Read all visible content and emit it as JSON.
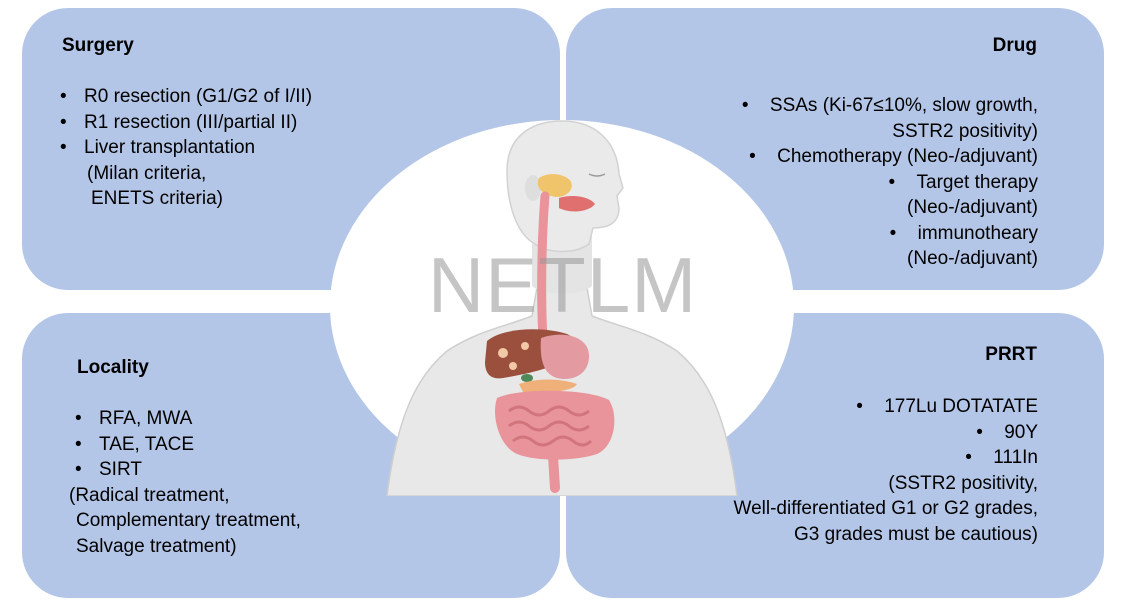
{
  "surgery": {
    "title": "Surgery",
    "lines": [
      "R0 resection (G1/G2 of I/II)",
      "R1 resection (III/partial II)",
      "Liver transplantation",
      "(Milan criteria,",
      "ENETS criteria)"
    ]
  },
  "drug": {
    "title": "Drug",
    "lines": [
      "SSAs (Ki-67≤10%, slow growth,",
      "SSTR2 positivity)",
      "Chemotherapy (Neo-/adjuvant)",
      "Target therapy",
      "(Neo-/adjuvant)",
      "immunotheary",
      "(Neo-/adjuvant)"
    ]
  },
  "locality": {
    "title": "Locality",
    "lines": [
      "RFA, MWA",
      "TAE, TACE",
      "SIRT",
      "(Radical treatment,",
      "Complementary treatment,",
      "Salvage treatment)"
    ]
  },
  "prrt": {
    "title": "PRRT",
    "lines": [
      "177Lu DOTATATE",
      "90Y",
      "111In",
      "(SSTR2 positivity,",
      "Well-differentiated G1 or G2 grades,",
      "G3 grades must be cautious)"
    ]
  },
  "center": {
    "watermark": "NETLM"
  },
  "colors": {
    "panel": "#b4c6e7",
    "ellipse": "#ffffff",
    "body": "#e6e6e6",
    "gi": "#e8949a",
    "liver": "#9b4f3d"
  }
}
